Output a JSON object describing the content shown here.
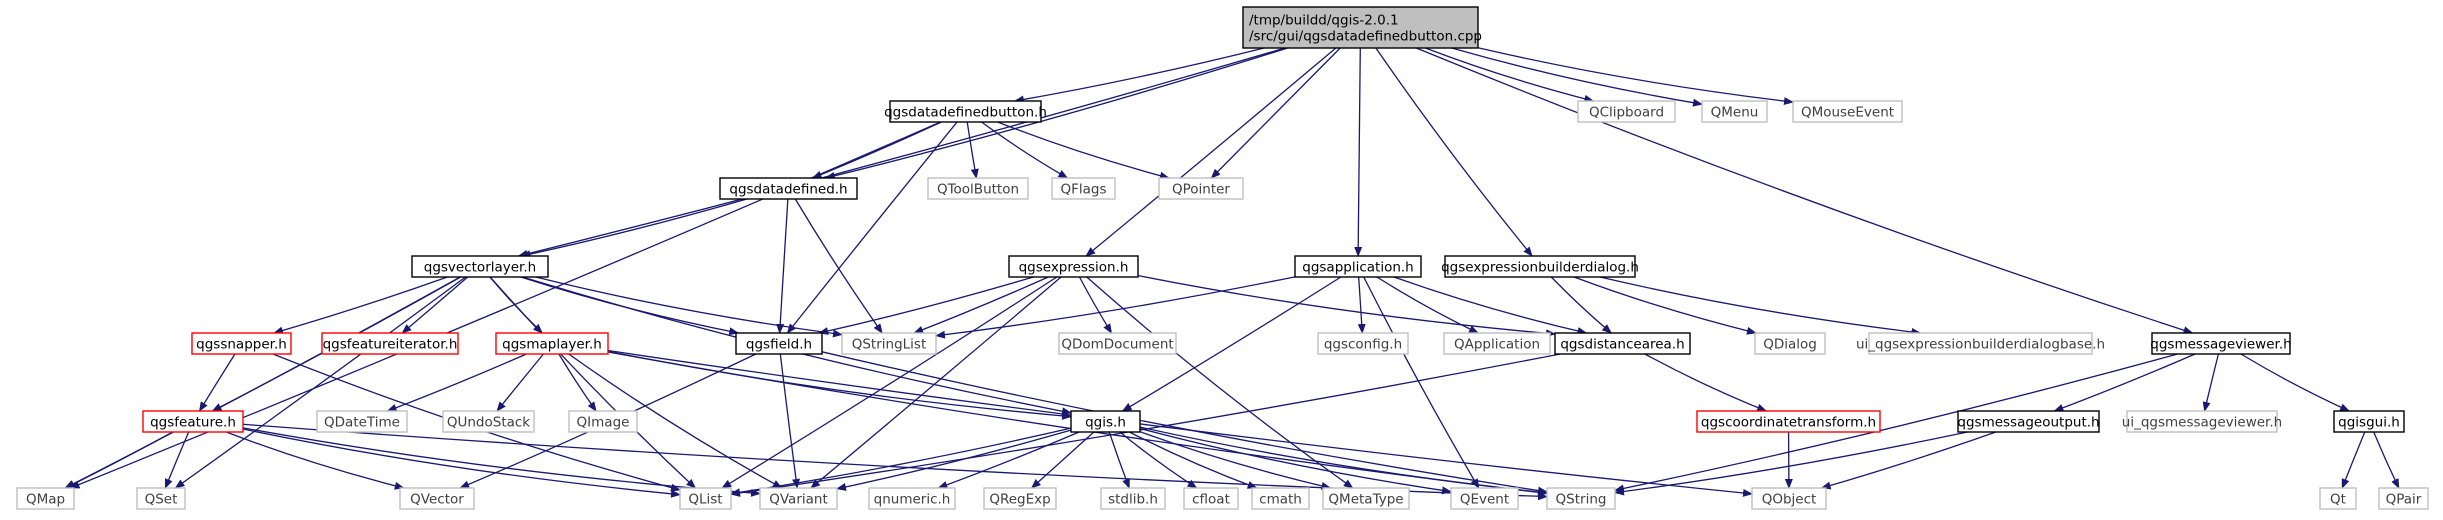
{
  "graph": {
    "root": "n_root",
    "colors": {
      "edge": "#191970",
      "border_normal": "#000000",
      "border_missing": "#bfbfbf",
      "border_truncated": "#ff0000",
      "root_fill": "#bfbfbf",
      "text": "#000000",
      "text_missing": "#404040"
    },
    "nodes": [
      {
        "id": "n_root",
        "lines": [
          "/tmp/buildd/qgis-2.0.1",
          "/src/gui/qgsdatadefinedbutton.cpp"
        ],
        "style": "root"
      },
      {
        "id": "n_qgsdatadefinedbutton_h",
        "lines": [
          "qgsdatadefinedbutton.h"
        ],
        "style": "normal"
      },
      {
        "id": "n_qclipboard",
        "lines": [
          "QClipboard"
        ],
        "style": "missing"
      },
      {
        "id": "n_qmenu",
        "lines": [
          "QMenu"
        ],
        "style": "missing"
      },
      {
        "id": "n_qmouseevent",
        "lines": [
          "QMouseEvent"
        ],
        "style": "missing"
      },
      {
        "id": "n_qgsdatadefined_h",
        "lines": [
          "qgsdatadefined.h"
        ],
        "style": "normal"
      },
      {
        "id": "n_qtoolbutton",
        "lines": [
          "QToolButton"
        ],
        "style": "missing"
      },
      {
        "id": "n_qflags",
        "lines": [
          "QFlags"
        ],
        "style": "missing"
      },
      {
        "id": "n_qpointer",
        "lines": [
          "QPointer"
        ],
        "style": "missing"
      },
      {
        "id": "n_qgsvectorlayer_h",
        "lines": [
          "qgsvectorlayer.h"
        ],
        "style": "normal"
      },
      {
        "id": "n_qgsexpression_h",
        "lines": [
          "qgsexpression.h"
        ],
        "style": "normal"
      },
      {
        "id": "n_qgsapplication_h",
        "lines": [
          "qgsapplication.h"
        ],
        "style": "normal"
      },
      {
        "id": "n_qgsexpressionbuilderdialog_h",
        "lines": [
          "qgsexpressionbuilderdialog.h"
        ],
        "style": "normal"
      },
      {
        "id": "n_qgssnapper_h",
        "lines": [
          "qgssnapper.h"
        ],
        "style": "truncated"
      },
      {
        "id": "n_qgsfeatureiterator_h",
        "lines": [
          "qgsfeatureiterator.h"
        ],
        "style": "truncated"
      },
      {
        "id": "n_qgsmaplayer_h",
        "lines": [
          "qgsmaplayer.h"
        ],
        "style": "truncated"
      },
      {
        "id": "n_qgsfield_h",
        "lines": [
          "qgsfield.h"
        ],
        "style": "normal"
      },
      {
        "id": "n_qstringlist",
        "lines": [
          "QStringList"
        ],
        "style": "missing"
      },
      {
        "id": "n_qdomdocument",
        "lines": [
          "QDomDocument"
        ],
        "style": "missing"
      },
      {
        "id": "n_qgsconfig_h",
        "lines": [
          "qgsconfig.h"
        ],
        "style": "missing"
      },
      {
        "id": "n_qapplication",
        "lines": [
          "QApplication"
        ],
        "style": "missing"
      },
      {
        "id": "n_qgsdistancearea_h",
        "lines": [
          "qgsdistancearea.h"
        ],
        "style": "normal"
      },
      {
        "id": "n_qdialog",
        "lines": [
          "QDialog"
        ],
        "style": "missing"
      },
      {
        "id": "n_ui_qgsexpressionbuilderdialogbase_h",
        "lines": [
          "ui_qgsexpressionbuilderdialogbase.h"
        ],
        "style": "missing"
      },
      {
        "id": "n_qgsmessageviewer_h",
        "lines": [
          "qgsmessageviewer.h"
        ],
        "style": "normal"
      },
      {
        "id": "n_qgsfeature_h",
        "lines": [
          "qgsfeature.h"
        ],
        "style": "truncated"
      },
      {
        "id": "n_qdatetime",
        "lines": [
          "QDateTime"
        ],
        "style": "missing"
      },
      {
        "id": "n_qundostack",
        "lines": [
          "QUndoStack"
        ],
        "style": "missing"
      },
      {
        "id": "n_qimage",
        "lines": [
          "QImage"
        ],
        "style": "missing"
      },
      {
        "id": "n_qgis_h",
        "lines": [
          "qgis.h"
        ],
        "style": "normal"
      },
      {
        "id": "n_qgscoordinatetransform_h",
        "lines": [
          "qgscoordinatetransform.h"
        ],
        "style": "truncated"
      },
      {
        "id": "n_qgsmessageoutput_h",
        "lines": [
          "qgsmessageoutput.h"
        ],
        "style": "normal"
      },
      {
        "id": "n_ui_qgsmessageviewer_h",
        "lines": [
          "ui_qgsmessageviewer.h"
        ],
        "style": "missing"
      },
      {
        "id": "n_qgisgui_h",
        "lines": [
          "qgisgui.h"
        ],
        "style": "normal"
      },
      {
        "id": "n_qmap",
        "lines": [
          "QMap"
        ],
        "style": "missing"
      },
      {
        "id": "n_qset",
        "lines": [
          "QSet"
        ],
        "style": "missing"
      },
      {
        "id": "n_qvector",
        "lines": [
          "QVector"
        ],
        "style": "missing"
      },
      {
        "id": "n_qlist",
        "lines": [
          "QList"
        ],
        "style": "missing"
      },
      {
        "id": "n_qvariant",
        "lines": [
          "QVariant"
        ],
        "style": "missing"
      },
      {
        "id": "n_qnumeric_h",
        "lines": [
          "qnumeric.h"
        ],
        "style": "missing"
      },
      {
        "id": "n_qregexp",
        "lines": [
          "QRegExp"
        ],
        "style": "missing"
      },
      {
        "id": "n_stdlib_h",
        "lines": [
          "stdlib.h"
        ],
        "style": "missing"
      },
      {
        "id": "n_cfloat",
        "lines": [
          "cfloat"
        ],
        "style": "missing"
      },
      {
        "id": "n_cmath",
        "lines": [
          "cmath"
        ],
        "style": "missing"
      },
      {
        "id": "n_qmetatype",
        "lines": [
          "QMetaType"
        ],
        "style": "missing"
      },
      {
        "id": "n_qevent",
        "lines": [
          "QEvent"
        ],
        "style": "missing"
      },
      {
        "id": "n_qstring",
        "lines": [
          "QString"
        ],
        "style": "missing"
      },
      {
        "id": "n_qobject",
        "lines": [
          "QObject"
        ],
        "style": "missing"
      },
      {
        "id": "n_qt",
        "lines": [
          "Qt"
        ],
        "style": "missing"
      },
      {
        "id": "n_qpair",
        "lines": [
          "QPair"
        ],
        "style": "missing"
      }
    ],
    "edges": [
      [
        "n_root",
        "n_qgsdatadefinedbutton_h"
      ],
      [
        "n_root",
        "n_qclipboard"
      ],
      [
        "n_root",
        "n_qmenu"
      ],
      [
        "n_root",
        "n_qmouseevent"
      ],
      [
        "n_root",
        "n_qgsdatadefined_h"
      ],
      [
        "n_root",
        "n_qpointer"
      ],
      [
        "n_root",
        "n_qgsvectorlayer_h"
      ],
      [
        "n_root",
        "n_qgsexpression_h"
      ],
      [
        "n_root",
        "n_qgsapplication_h"
      ],
      [
        "n_root",
        "n_qgsexpressionbuilderdialog_h"
      ],
      [
        "n_root",
        "n_qgsmessageviewer_h"
      ],
      [
        "n_qgsdatadefinedbutton_h",
        "n_qgsdatadefined_h"
      ],
      [
        "n_qgsdatadefinedbutton_h",
        "n_qtoolbutton"
      ],
      [
        "n_qgsdatadefinedbutton_h",
        "n_qflags"
      ],
      [
        "n_qgsdatadefinedbutton_h",
        "n_qpointer"
      ],
      [
        "n_qgsdatadefinedbutton_h",
        "n_qmap"
      ],
      [
        "n_qgsdatadefinedbutton_h",
        "n_qgsfield_h"
      ],
      [
        "n_qgsdatadefined_h",
        "n_qgsvectorlayer_h"
      ],
      [
        "n_qgsdatadefined_h",
        "n_qgsfield_h"
      ],
      [
        "n_qgsdatadefined_h",
        "n_qstringlist"
      ],
      [
        "n_qgsvectorlayer_h",
        "n_qmap"
      ],
      [
        "n_qgsvectorlayer_h",
        "n_qset"
      ],
      [
        "n_qgsvectorlayer_h",
        "n_qlist"
      ],
      [
        "n_qgsvectorlayer_h",
        "n_qstringlist"
      ],
      [
        "n_qgsvectorlayer_h",
        "n_qgssnapper_h"
      ],
      [
        "n_qgsvectorlayer_h",
        "n_qgsfeatureiterator_h"
      ],
      [
        "n_qgsvectorlayer_h",
        "n_qgsmaplayer_h"
      ],
      [
        "n_qgsvectorlayer_h",
        "n_qgsfield_h"
      ],
      [
        "n_qgsvectorlayer_h",
        "n_qgsfeature_h"
      ],
      [
        "n_qgsvectorlayer_h",
        "n_qgis_h"
      ],
      [
        "n_qgsexpression_h",
        "n_qstringlist"
      ],
      [
        "n_qgsexpression_h",
        "n_qdomdocument"
      ],
      [
        "n_qgsexpression_h",
        "n_qgsfield_h"
      ],
      [
        "n_qgsexpression_h",
        "n_qgsdistancearea_h"
      ],
      [
        "n_qgsexpression_h",
        "n_qlist"
      ],
      [
        "n_qgsexpression_h",
        "n_qvariant"
      ],
      [
        "n_qgsexpression_h",
        "n_qmetatype"
      ],
      [
        "n_qgsapplication_h",
        "n_qgsconfig_h"
      ],
      [
        "n_qgsapplication_h",
        "n_qapplication"
      ],
      [
        "n_qgsapplication_h",
        "n_qstringlist"
      ],
      [
        "n_qgsapplication_h",
        "n_qgis_h"
      ],
      [
        "n_qgsapplication_h",
        "n_qevent"
      ],
      [
        "n_qgsapplication_h",
        "n_qgsdistancearea_h"
      ],
      [
        "n_qgsexpressionbuilderdialog_h",
        "n_qgsdistancearea_h"
      ],
      [
        "n_qgsexpressionbuilderdialog_h",
        "n_qdialog"
      ],
      [
        "n_qgsexpressionbuilderdialog_h",
        "n_ui_qgsexpressionbuilderdialogbase_h"
      ],
      [
        "n_qgssnapper_h",
        "n_qgsfeature_h"
      ],
      [
        "n_qgssnapper_h",
        "n_qlist"
      ],
      [
        "n_qgsmaplayer_h",
        "n_qdatetime"
      ],
      [
        "n_qgsmaplayer_h",
        "n_qundostack"
      ],
      [
        "n_qgsmaplayer_h",
        "n_qimage"
      ],
      [
        "n_qgsmaplayer_h",
        "n_qgis_h"
      ],
      [
        "n_qgsmaplayer_h",
        "n_qvariant"
      ],
      [
        "n_qgsmaplayer_h",
        "n_qobject"
      ],
      [
        "n_qgsmaplayer_h",
        "n_qstring"
      ],
      [
        "n_qgsfield_h",
        "n_qvector"
      ],
      [
        "n_qgsfield_h",
        "n_qvariant"
      ],
      [
        "n_qgsfield_h",
        "n_qstring"
      ],
      [
        "n_qgsfeature_h",
        "n_qmap"
      ],
      [
        "n_qgsfeature_h",
        "n_qset"
      ],
      [
        "n_qgsfeature_h",
        "n_qvector"
      ],
      [
        "n_qgsfeature_h",
        "n_qlist"
      ],
      [
        "n_qgsfeature_h",
        "n_qvariant"
      ],
      [
        "n_qgsfeature_h",
        "n_qstring"
      ],
      [
        "n_qgsdistancearea_h",
        "n_qlist"
      ],
      [
        "n_qgsdistancearea_h",
        "n_qgscoordinatetransform_h"
      ],
      [
        "n_qgscoordinatetransform_h",
        "n_qobject"
      ],
      [
        "n_qgis_h",
        "n_qlist"
      ],
      [
        "n_qgis_h",
        "n_qvariant"
      ],
      [
        "n_qgis_h",
        "n_qnumeric_h"
      ],
      [
        "n_qgis_h",
        "n_qregexp"
      ],
      [
        "n_qgis_h",
        "n_stdlib_h"
      ],
      [
        "n_qgis_h",
        "n_cfloat"
      ],
      [
        "n_qgis_h",
        "n_cmath"
      ],
      [
        "n_qgis_h",
        "n_qmetatype"
      ],
      [
        "n_qgis_h",
        "n_qevent"
      ],
      [
        "n_qgis_h",
        "n_qstring"
      ],
      [
        "n_qgsmessageviewer_h",
        "n_qgsmessageoutput_h"
      ],
      [
        "n_qgsmessageviewer_h",
        "n_ui_qgsmessageviewer_h"
      ],
      [
        "n_qgsmessageviewer_h",
        "n_qgisgui_h"
      ],
      [
        "n_qgsmessageviewer_h",
        "n_qstring"
      ],
      [
        "n_qgsmessageoutput_h",
        "n_qstring"
      ],
      [
        "n_qgsmessageoutput_h",
        "n_qobject"
      ],
      [
        "n_qgisgui_h",
        "n_qt"
      ],
      [
        "n_qgisgui_h",
        "n_qpair"
      ]
    ]
  }
}
